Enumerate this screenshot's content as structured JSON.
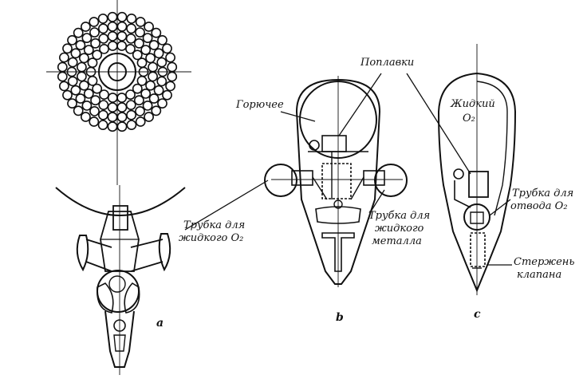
{
  "labels": {
    "floats": "Поплавки",
    "fuel": "Горючее",
    "liquid_o2": [
      "Жидкий",
      "O₂"
    ],
    "pipe_liquid_o2": [
      "Трубка для",
      "жидкого O₂"
    ],
    "pipe_liquid_metal": [
      "Трубка для",
      "жидкого",
      "металла"
    ],
    "pipe_o2_outlet": [
      "Трубка для",
      "отвода O₂"
    ],
    "valve_stem": [
      "Стержень",
      "клапана"
    ]
  },
  "figures": {
    "a": "a",
    "b": "b",
    "c": "c"
  },
  "colors": {
    "ink": "#111111",
    "paper": "#ffffff"
  }
}
